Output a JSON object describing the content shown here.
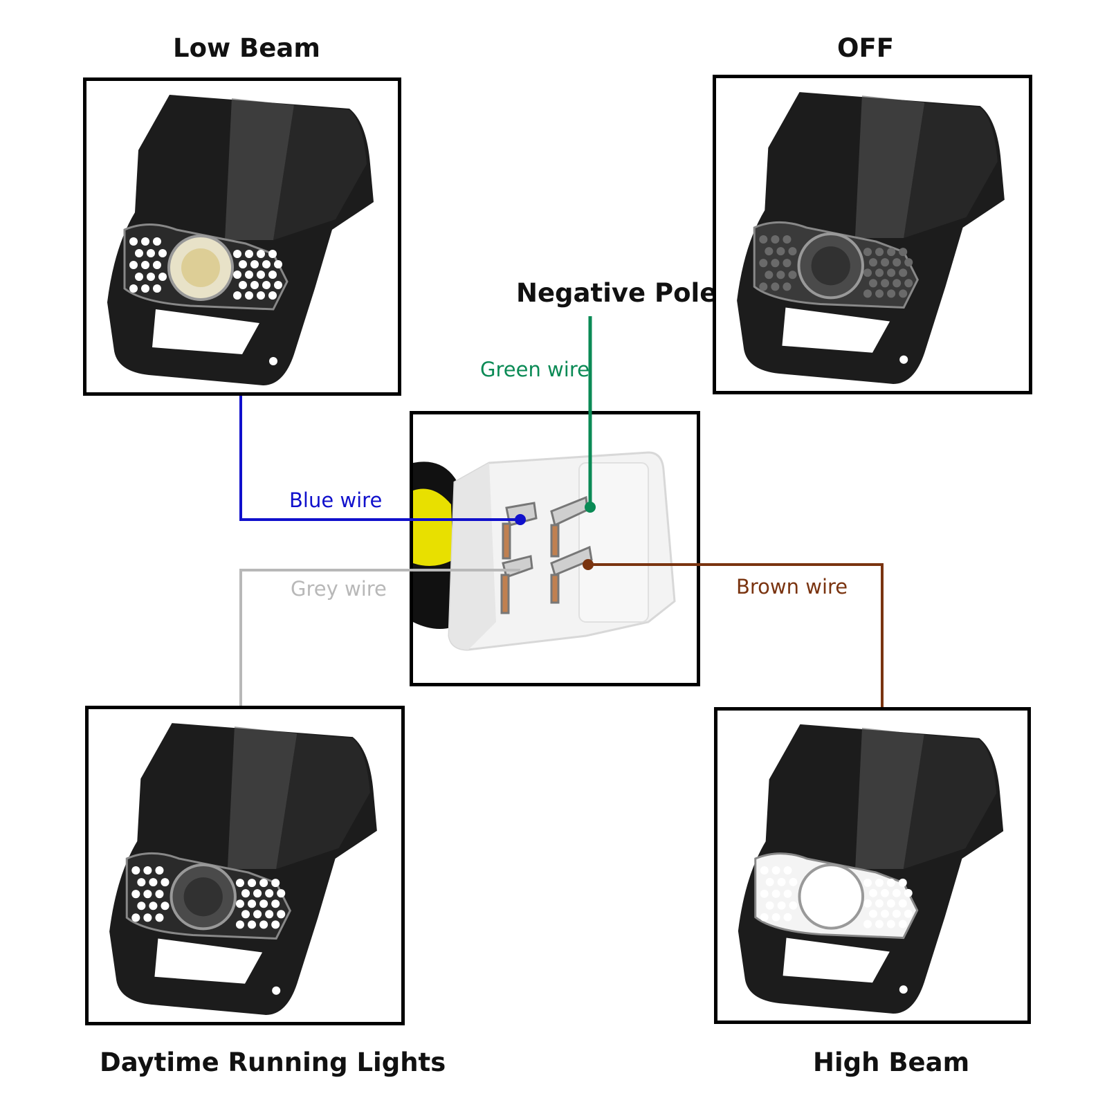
{
  "panels": {
    "low_beam": {
      "title": "Low Beam",
      "mode": "low-beam"
    },
    "off": {
      "title": "OFF",
      "mode": "off"
    },
    "drl": {
      "title": "Daytime Running Lights",
      "mode": "drl"
    },
    "high_beam": {
      "title": "High Beam",
      "mode": "high-beam"
    }
  },
  "negative_pole": {
    "title": "Negative Pole"
  },
  "wires": {
    "green": {
      "label": "Green wire",
      "color": "#0a8a55"
    },
    "blue": {
      "label": "Blue wire",
      "color": "#1010cc"
    },
    "grey": {
      "label": "Grey wire",
      "color": "#b8b8b8"
    },
    "brown": {
      "label": "Brown wire",
      "color": "#7a3410"
    }
  },
  "colors": {
    "frame": "#000000",
    "housing": "#1c1c1c",
    "connector": "#f3f3f3",
    "cable": "#e8e000"
  }
}
